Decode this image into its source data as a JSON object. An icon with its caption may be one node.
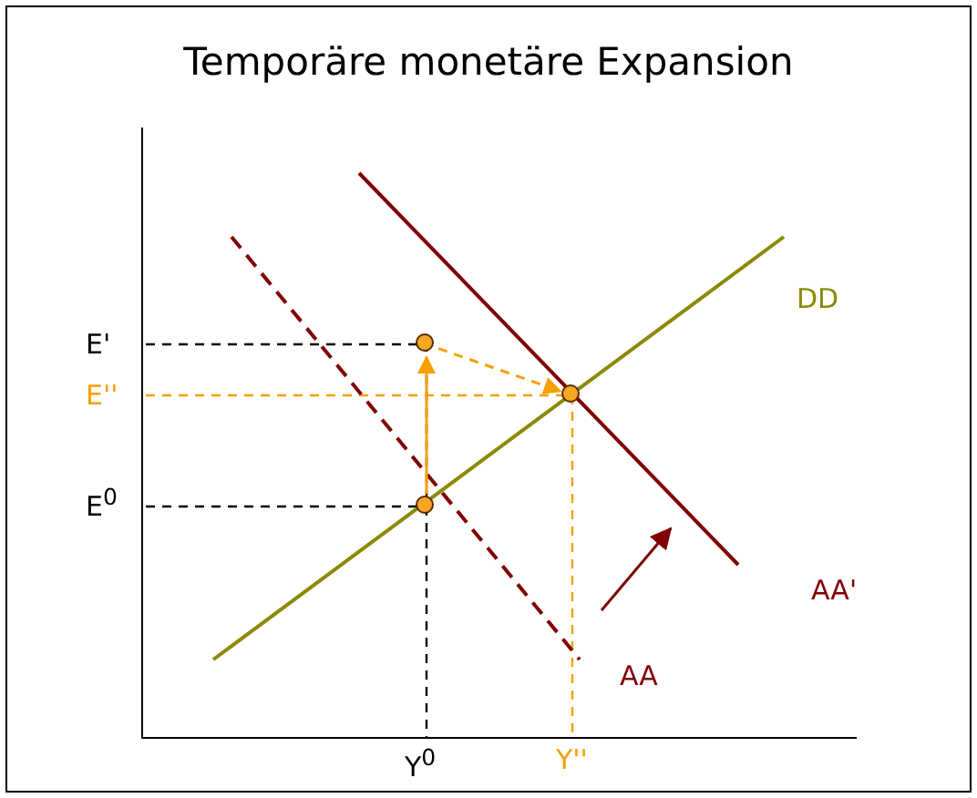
{
  "diagram": {
    "title": "Temporäre monetäre Expansion",
    "nodes": [
      {
        "text": [],
        "shape": "circle"
      },
      {
        "text": [],
        "shape": "circle"
      },
      {
        "text": [],
        "shape": "circle"
      }
    ],
    "edges": [
      {
        "from": 2,
        "to": 0,
        "arrow": "to"
      },
      {
        "from": 0,
        "to": 1,
        "arrow": "to",
        "style": "dashed"
      }
    ],
    "labels": [
      "E'",
      "DD",
      "E''",
      "E$^{0}$",
      "AA'",
      "AA",
      "Y$^{0}$",
      "Y''"
    ]
  }
}
